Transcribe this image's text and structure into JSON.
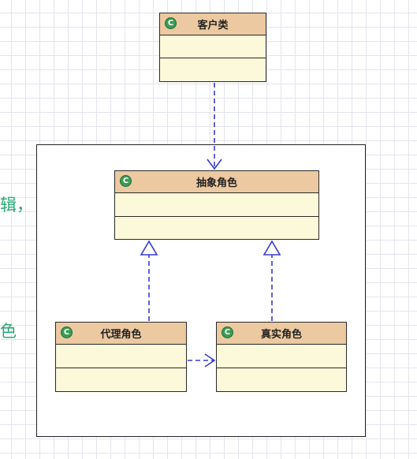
{
  "side_text": {
    "top": "辑，",
    "bottom": "色"
  },
  "icon_letter": "C",
  "classes": {
    "client": {
      "name": "客户类"
    },
    "abstract_role": {
      "name": "抽象角色"
    },
    "proxy_role": {
      "name": "代理角色"
    },
    "real_role": {
      "name": "真实角色"
    }
  },
  "relations": [
    {
      "from": "client",
      "to": "abstract_role",
      "type": "dependency"
    },
    {
      "from": "proxy_role",
      "to": "abstract_role",
      "type": "realization"
    },
    {
      "from": "real_role",
      "to": "abstract_role",
      "type": "realization"
    },
    {
      "from": "proxy_role",
      "to": "real_role",
      "type": "dependency"
    }
  ],
  "colors": {
    "class_header": "#ecc9a0",
    "class_body": "#fbf9d9",
    "connector": "#3a3ad0",
    "icon": "#3b9b55",
    "side_text": "#2aa876"
  }
}
